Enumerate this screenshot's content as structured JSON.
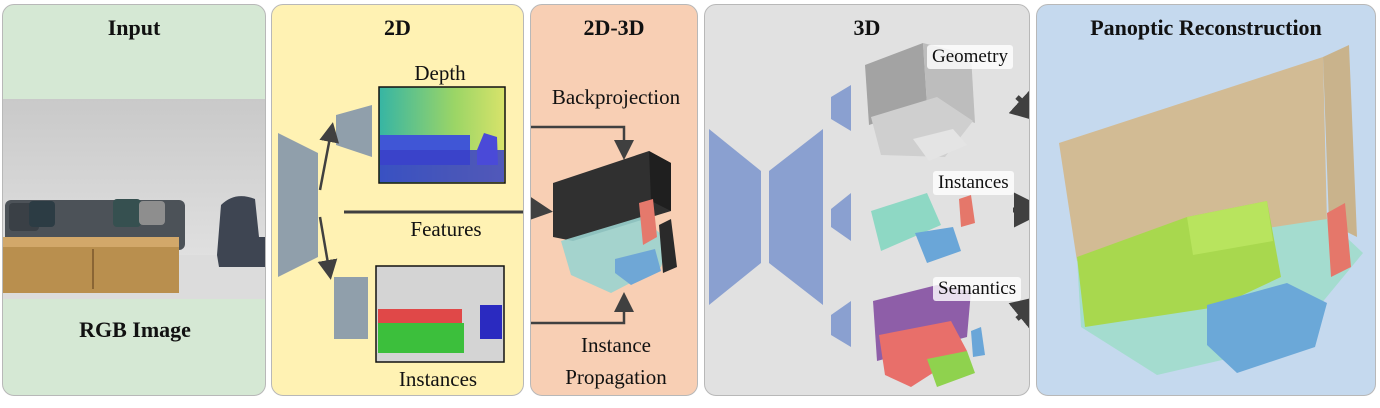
{
  "panels": {
    "input": {
      "title": "Input",
      "caption": "RGB Image"
    },
    "twod": {
      "title": "2D",
      "depth": "Depth",
      "features": "Features",
      "instances": "Instances"
    },
    "twod3d": {
      "title": "2D-3D",
      "backprojection": "Backprojection",
      "instance_propagation_1": "Instance",
      "instance_propagation_2": "Propagation"
    },
    "threed": {
      "title": "3D",
      "geometry": "Geometry",
      "instances": "Instances",
      "semantics": "Semantics"
    },
    "panoptic": {
      "title": "Panoptic Reconstruction"
    }
  },
  "colors": {
    "input_bg": "#d5e8d4",
    "twod_bg": "#fff2b3",
    "twod3d_bg": "#f8cfb4",
    "threed_bg": "#e1e1e1",
    "panoptic_bg": "#c5d9ee",
    "network": "#8aa0d0",
    "arrow": "#404040"
  }
}
